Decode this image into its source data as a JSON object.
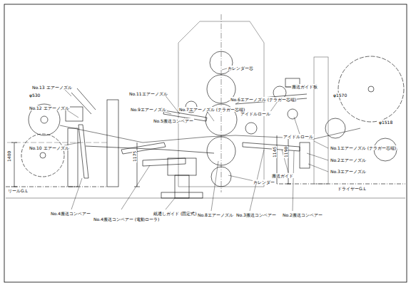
{
  "diagram": {
    "labels": [
      "カレンダー芯",
      "No.13 エアーノズル",
      "φ530",
      "No.11エアーノズル",
      "No.6エアーノズル (テラガー芯端)",
      "搬送ガイド板",
      "アイドルロール",
      "φ1570",
      "No.7エアーノズル (テラガー芯端)",
      "No.5搬送コンベアー",
      "No.12 エアーノズル",
      "No.1エアーノズル (テラガー芯端)",
      "No.2エアーノズル",
      "No.3エアーノズル",
      "搬送ガイド",
      "アイドルロール",
      "No.10 エアーノズル",
      "ドライヤーG.L",
      "リールG.L",
      "1400",
      "1175",
      "1190",
      "No.4搬送コンベアー",
      "No.4搬送コンベアー (電動ローラ)",
      "紙通しガイド (固定式)",
      "No.8エアーノズル",
      "カレンダー",
      "No.3搬送コンベアー",
      "No.2搬送コンベアー",
      "No.9エアーノズル",
      "φ1518",
      "1145"
    ]
  }
}
